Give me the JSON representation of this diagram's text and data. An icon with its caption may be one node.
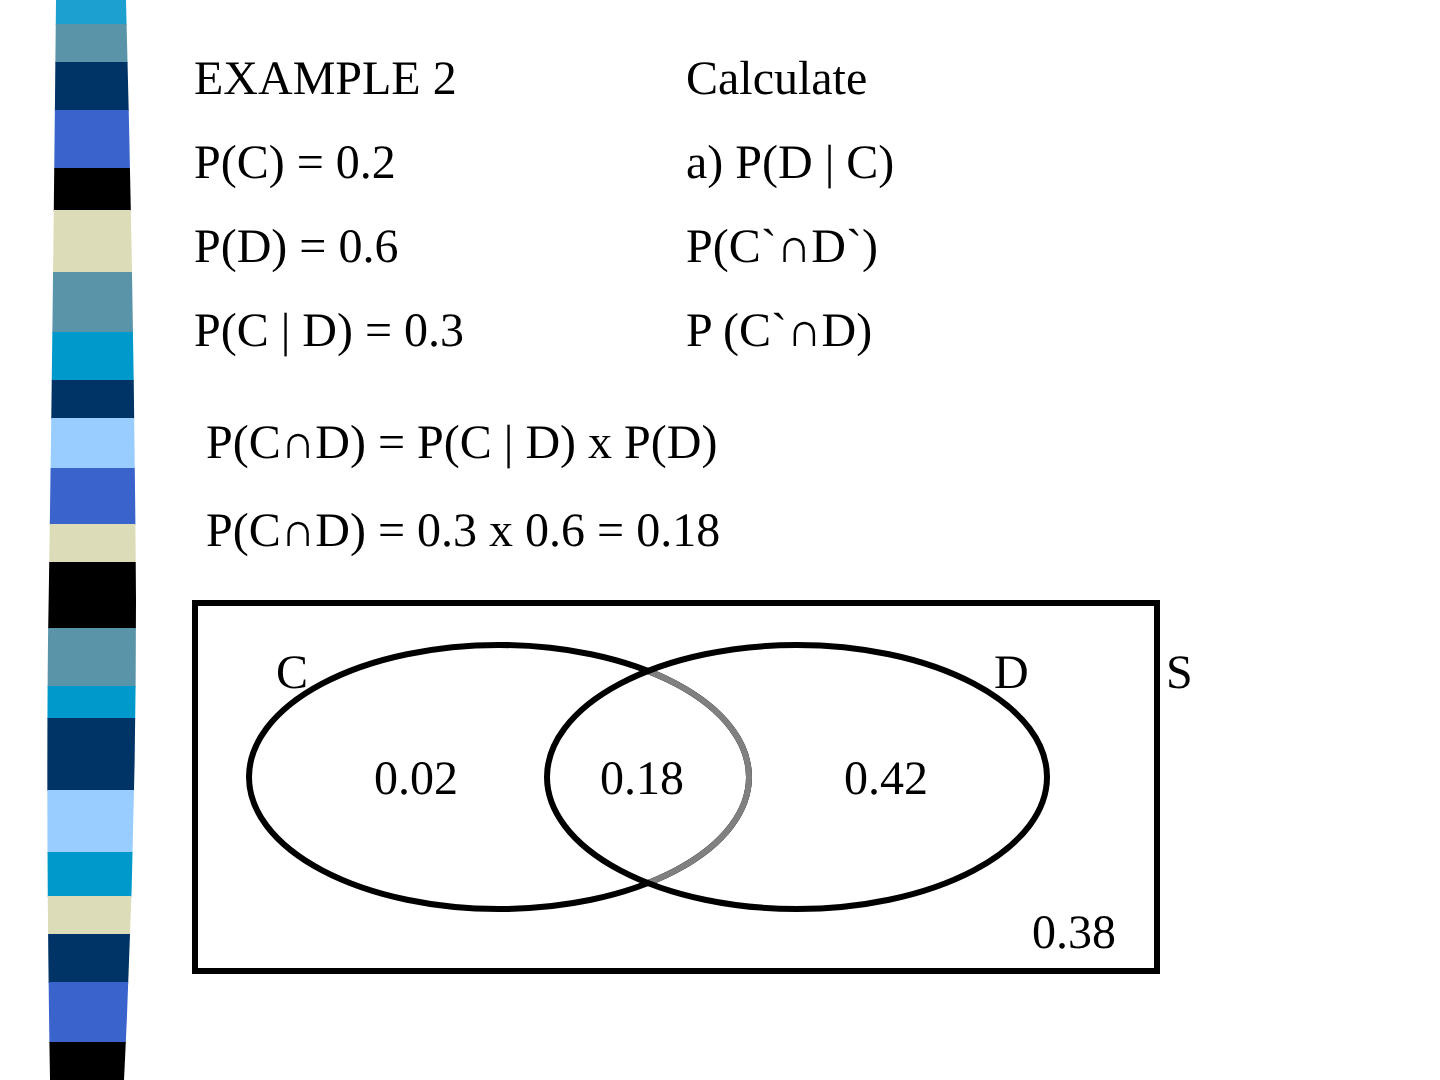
{
  "diagram": {
    "title": "EXAMPLE 2",
    "nodes": [
      {
        "text": [
          "0.38"
        ],
        "beside": [
          "S"
        ]
      },
      {
        "text": [
          "C",
          "0.02"
        ],
        "in": 0
      },
      {
        "text": [
          "D",
          "0.42"
        ],
        "in": 0
      }
    ],
    "labels": [
      "Calculate",
      "P(C) = 0.2",
      "a) P(D | C)",
      "P(D) = 0.6",
      "P(C`∩D`)",
      "P(C | D) = 0.3",
      "P (C`∩D)",
      "P(C∩D) = P(C | D) x P(D)",
      "P(C∩D) = 0.3 x 0.6 = 0.18",
      "0.18"
    ]
  }
}
